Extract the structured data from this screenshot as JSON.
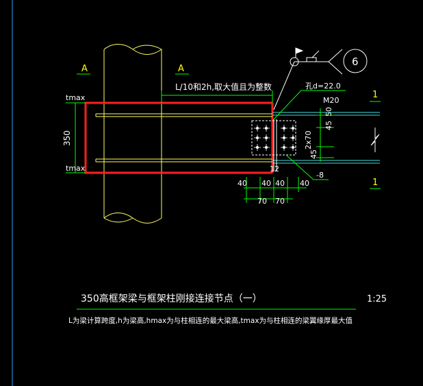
{
  "labels": {
    "section_left": "A",
    "section_right": "A",
    "dim_top": "L/10和2h,取大值且为整数",
    "tmax_top": "tmax",
    "tmax_bottom": "tmax",
    "dim_350": "350",
    "hole": "孔d=22.0",
    "bolt": "M20",
    "dim_50": "50",
    "dim_45a": "45",
    "dim_2x70": "2x70",
    "dim_45b": "45",
    "dim_12": "12",
    "dim_minus8": "-8",
    "dim_40a": "40",
    "dim_40b": "40",
    "dim_40c": "40",
    "dim_40d": "40",
    "dim_70a": "70",
    "dim_70b": "70",
    "section1_top": "1",
    "section1_bottom": "1",
    "detail_no": "6"
  },
  "title": {
    "main": "350高框架梁与框架柱刚接连接节点（一）",
    "scale": "1:25",
    "note": "L为梁计算跨度,h为梁高,hmax为与柱相连的最大梁高,tmax为与柱相连的梁翼缘厚最大值"
  },
  "colors": {
    "background": "#000000",
    "column": "#ffff60",
    "beam_outline": "#ff2020",
    "beam_right": "#40e0e0",
    "dimension": "#00ff00",
    "text": "#ffffff"
  }
}
